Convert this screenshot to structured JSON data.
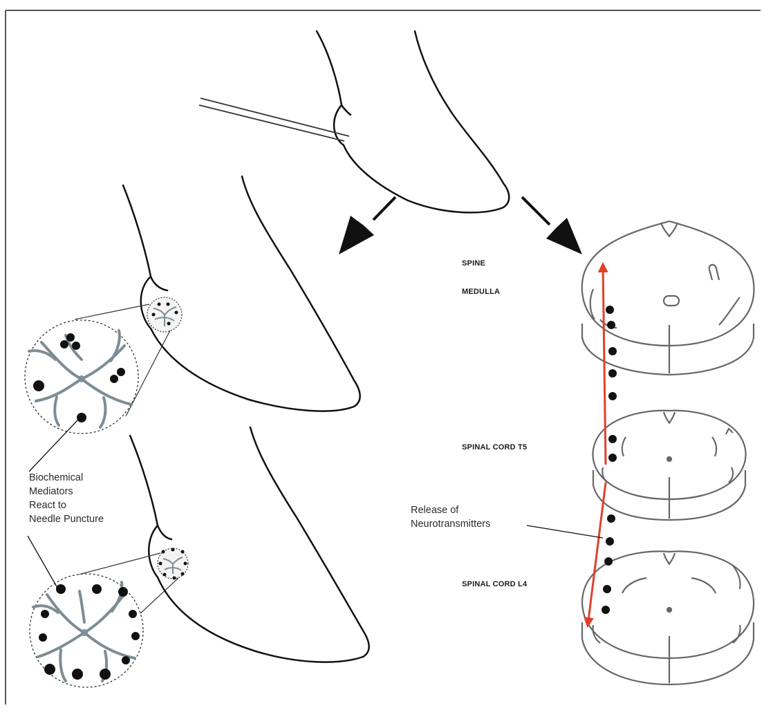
{
  "labels": {
    "spine": "SPINE",
    "medulla": "MEDULLA",
    "spinal_cord_t5": "SPINAL CORD T5",
    "spinal_cord_l4": "SPINAL CORD L4",
    "biochemical": [
      "Biochemical",
      "Mediators",
      "React to",
      "Needle Puncture"
    ],
    "release": [
      "Release of",
      "Neurotransmitters"
    ]
  },
  "colors": {
    "frame": "#555555",
    "ink": "#111111",
    "nerve": "#7d8c95",
    "cord_outline": "#666666",
    "arrow_red": "#e0402a"
  }
}
